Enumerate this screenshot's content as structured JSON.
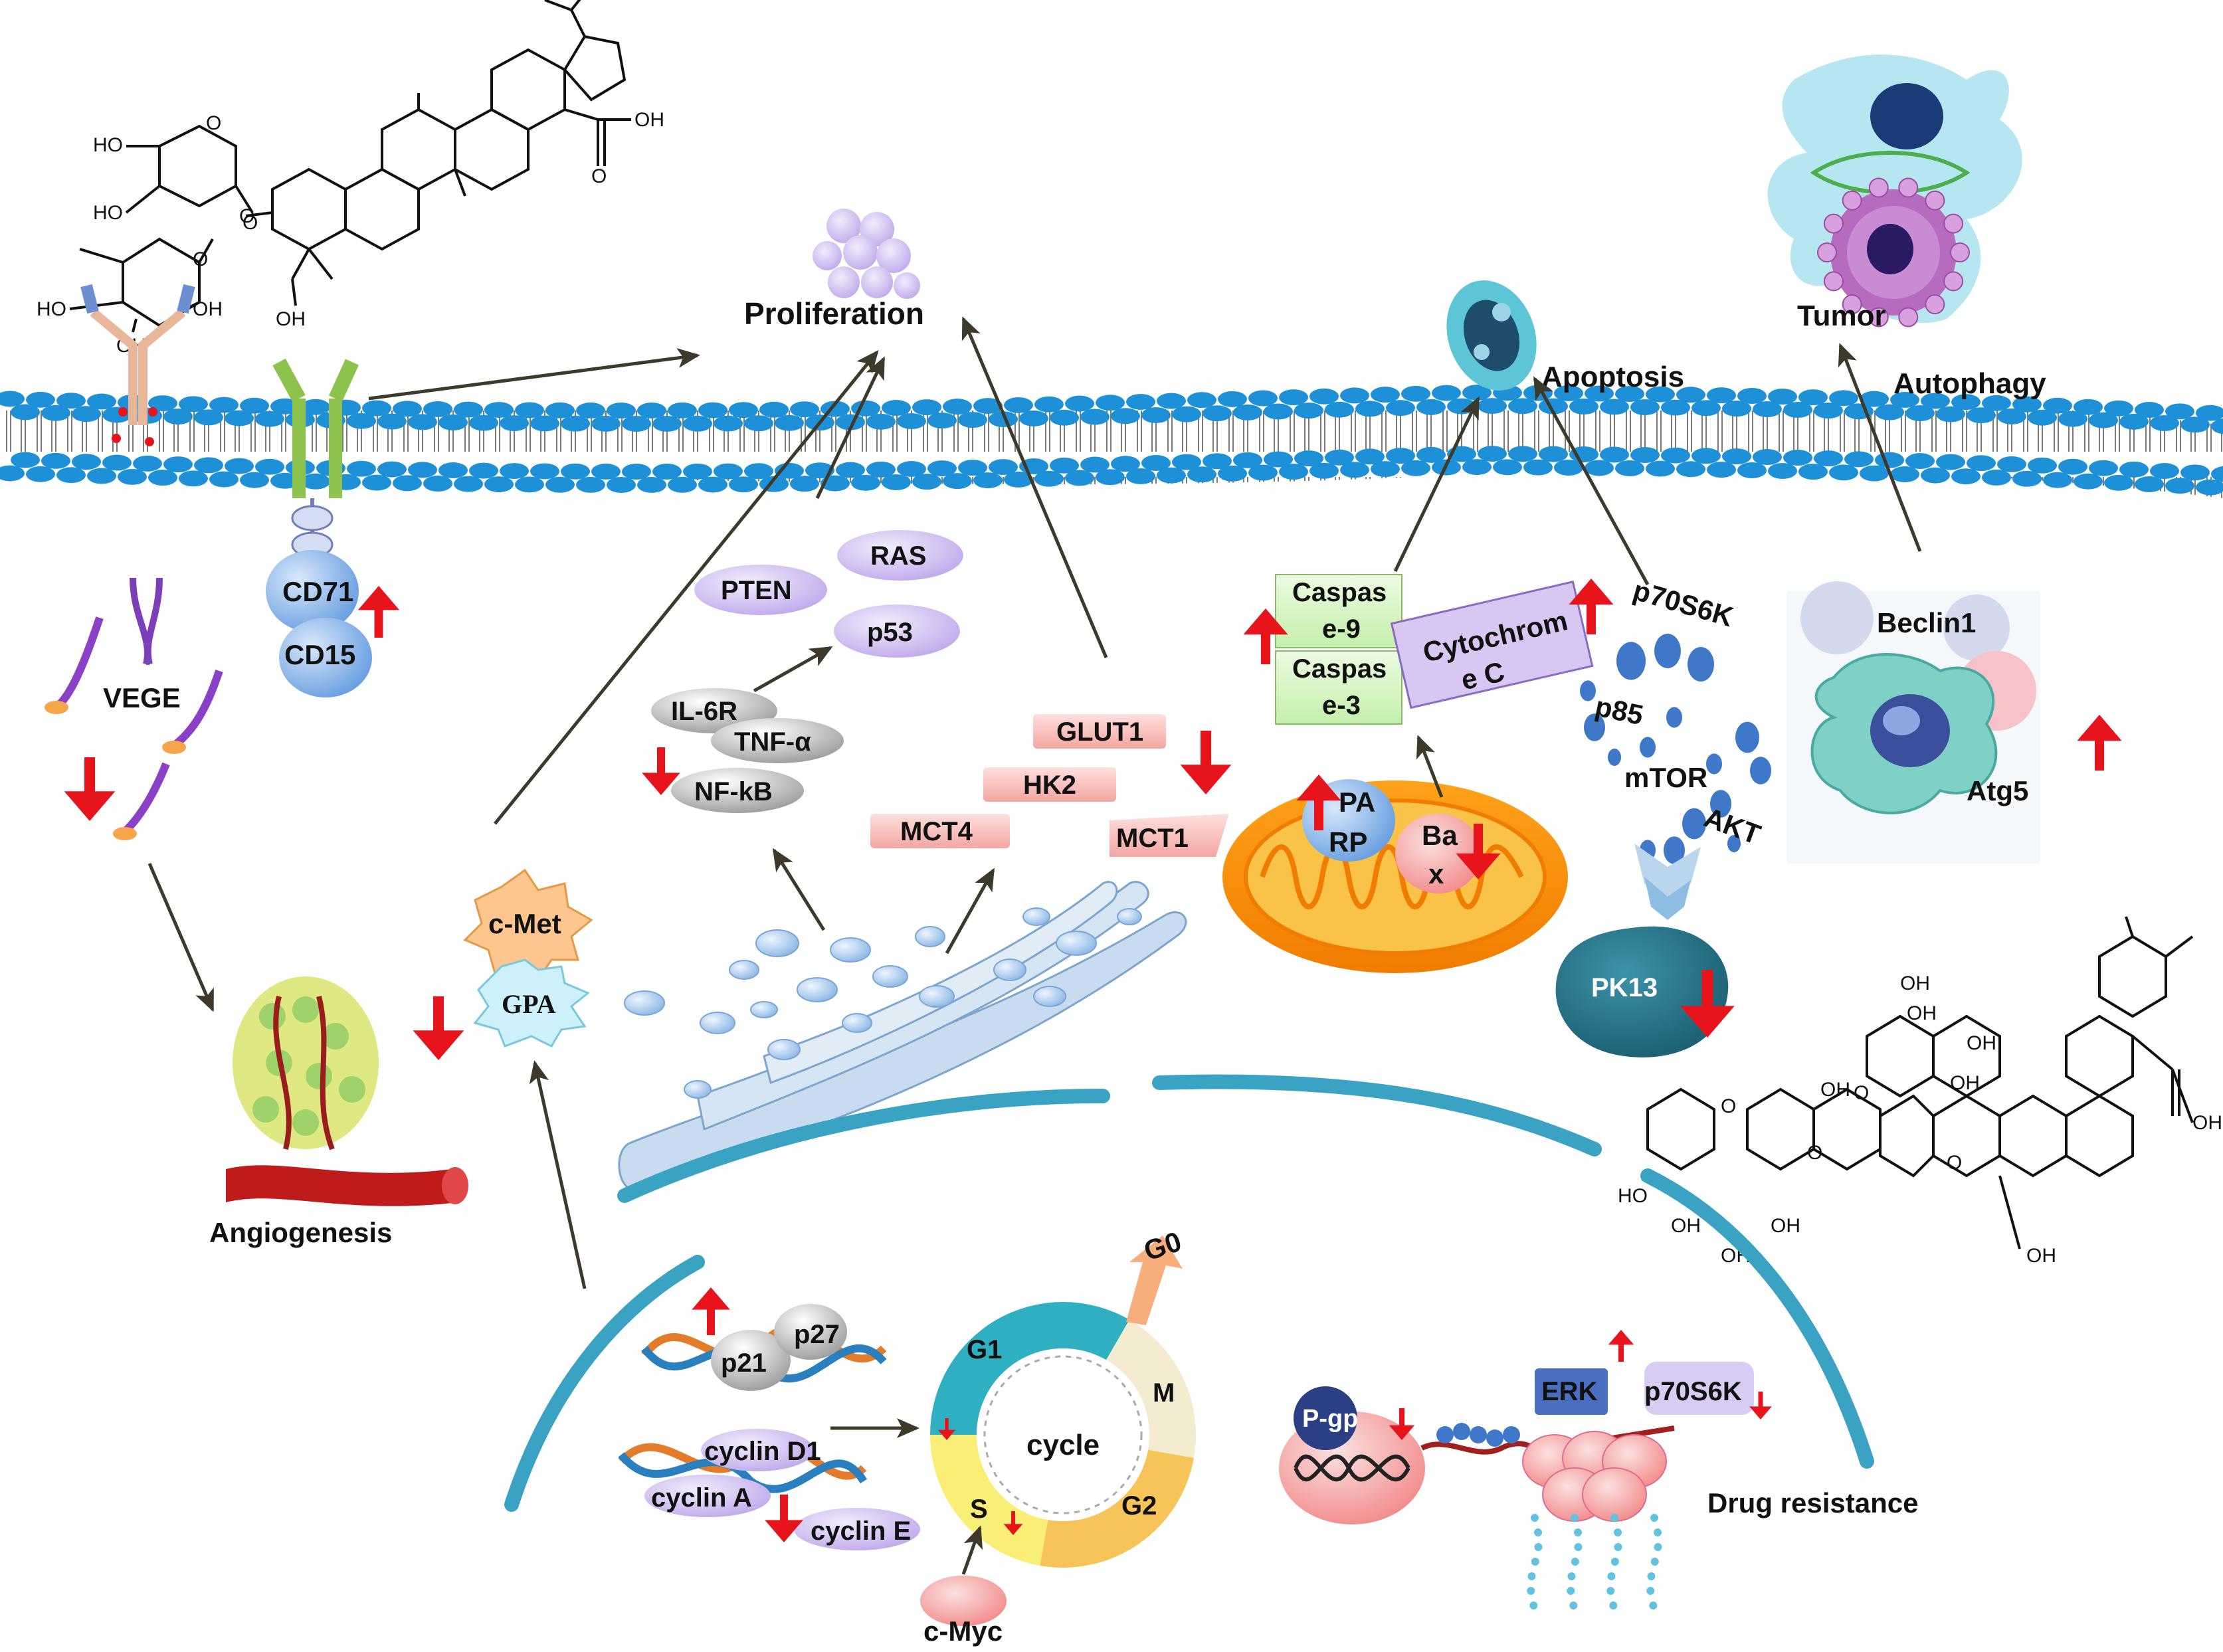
{
  "labels": {
    "proliferation": "Proliferation",
    "apoptosis": "Apoptosis",
    "tumor": "Tumor",
    "autophagy": "Autophagy",
    "angiogenesis": "Angiogenesis",
    "drug_resistance": "Drug resistance"
  },
  "receptors": {
    "cd71": "CD71",
    "cd15": "CD15",
    "vege": "VEGE"
  },
  "signaling": {
    "pten": "PTEN",
    "ras": "RAS",
    "p53": "p53",
    "il6r": "IL-6R",
    "tnfa": "TNF-α",
    "nfkb": "NF-kB",
    "glut1": "GLUT1",
    "hk2": "HK2",
    "mct4": "MCT4",
    "mct1": "MCT1",
    "cmet": "c-Met",
    "gpa": "GPA"
  },
  "apoptosis_panel": {
    "caspase9_line1": "Caspas",
    "caspase9_line2": "e-9",
    "caspase3_line1": "Caspas",
    "caspase3_line2": "e-3",
    "cytc_line1": "Cytochrom",
    "cytc_line2": "e C",
    "parp_line1": "PA",
    "parp_line2": "RP",
    "bax_line1": "Ba",
    "bax_line2": "x"
  },
  "pathway": {
    "p70s6k": "p70S6K",
    "p85": "p85",
    "mtor": "mTOR",
    "akt": "AKT",
    "pk13": "PK13"
  },
  "autophagy_panel": {
    "beclin1": "Beclin1",
    "atg5": "Atg5"
  },
  "cell_cycle": {
    "center": "cycle",
    "g1": "G1",
    "m": "M",
    "g2": "G2",
    "s": "S",
    "g0": "G0",
    "p21": "p21",
    "p27": "p27",
    "cyclin_d1": "cyclin D1",
    "cyclin_a": "cyclin A",
    "cyclin_e": "cyclin E",
    "cmyc": "c-Myc"
  },
  "resistance": {
    "pgp": "P-gp",
    "erk": "ERK",
    "p70s6k": "p70S6K"
  },
  "chem_groups": {
    "ho": "HO",
    "oh": "OH",
    "o": "O",
    "cooh": "OH"
  },
  "colors": {
    "membrane_blue": "#1e90d8",
    "up_arrow": "#e8141b",
    "down_arrow": "#e8141b",
    "pathway_arrow": "#3d3a2c",
    "nucleus_arc": "#3aa3c3",
    "pink_box": "#f6b3b0",
    "green_box": "#d6f5c2",
    "lavender": "#d4c4f0"
  }
}
